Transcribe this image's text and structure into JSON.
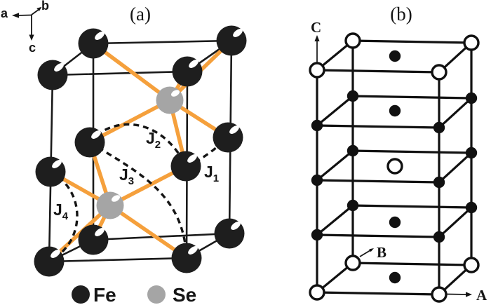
{
  "panel_a": {
    "title": "(a)",
    "axis_labels": {
      "a": "a",
      "b": "b",
      "c": "c"
    },
    "couplings": [
      {
        "label": "J",
        "sub": "1"
      },
      {
        "label": "J",
        "sub": "2"
      },
      {
        "label": "J",
        "sub": "3"
      },
      {
        "label": "J",
        "sub": "4"
      }
    ],
    "legend": [
      {
        "label": "Fe",
        "color": "#1e1e1e"
      },
      {
        "label": "Se",
        "color": "#a5a5a5"
      }
    ],
    "colors": {
      "bond_orange": "#f5a03c",
      "line_black": "#1a1a1a"
    }
  },
  "panel_b": {
    "title": "(b)",
    "axis_labels": {
      "A": "A",
      "B": "B",
      "C": "C"
    },
    "layers": [
      {
        "corners": "open",
        "center": "filled"
      },
      {
        "corners": "filled",
        "center": "filled"
      },
      {
        "corners": "filled",
        "center": "open"
      },
      {
        "corners": "filled",
        "center": "filled"
      },
      {
        "corners": "open",
        "center": "filled"
      }
    ]
  }
}
